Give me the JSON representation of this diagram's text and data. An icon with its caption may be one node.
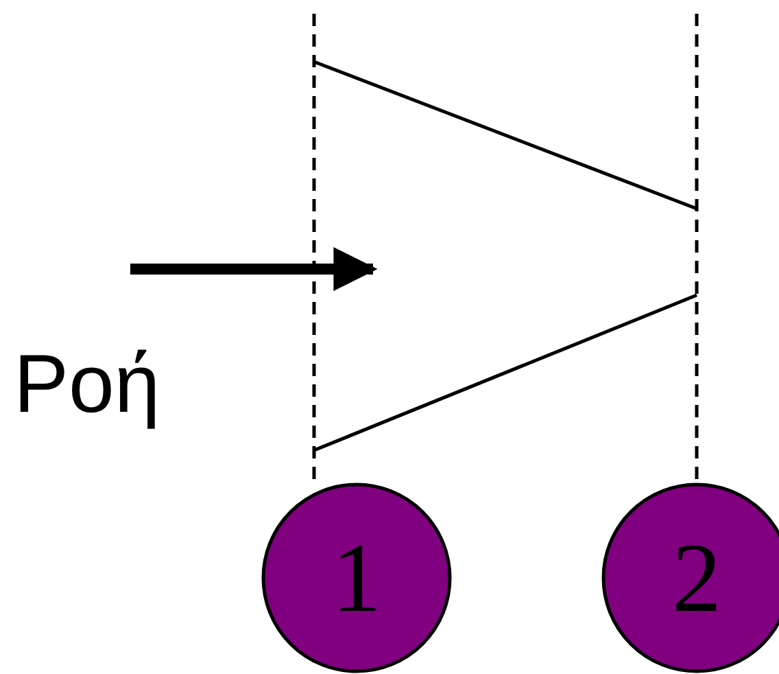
{
  "diagram": {
    "nodes": [
      {
        "text": [
          "1"
        ]
      },
      {
        "text": [
          "2"
        ]
      }
    ],
    "labels": [
      "Ροή"
    ]
  }
}
